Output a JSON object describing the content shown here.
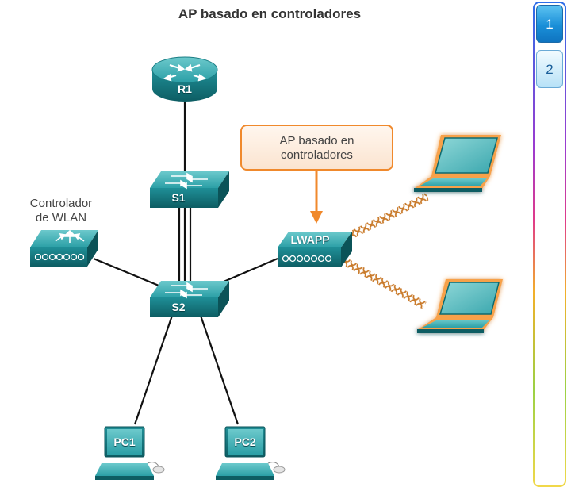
{
  "title": "AP basado en controladores",
  "callout": {
    "line1": "AP basado en",
    "line2": "controladores"
  },
  "wlan_controller": {
    "line1": "Controlador",
    "line2": "de WLAN"
  },
  "devices": {
    "router": "R1",
    "switch1": "S1",
    "switch2": "S2",
    "access_point": "LWAPP",
    "pc1": "PC1",
    "pc2": "PC2"
  },
  "steps": [
    "1",
    "2"
  ],
  "colors": {
    "device_teal": "#1f8f97",
    "device_dark": "#0d5d63",
    "callout_border": "#f0892c",
    "wireless_link": "#d4872e",
    "active_step": "#1a8fd8"
  }
}
